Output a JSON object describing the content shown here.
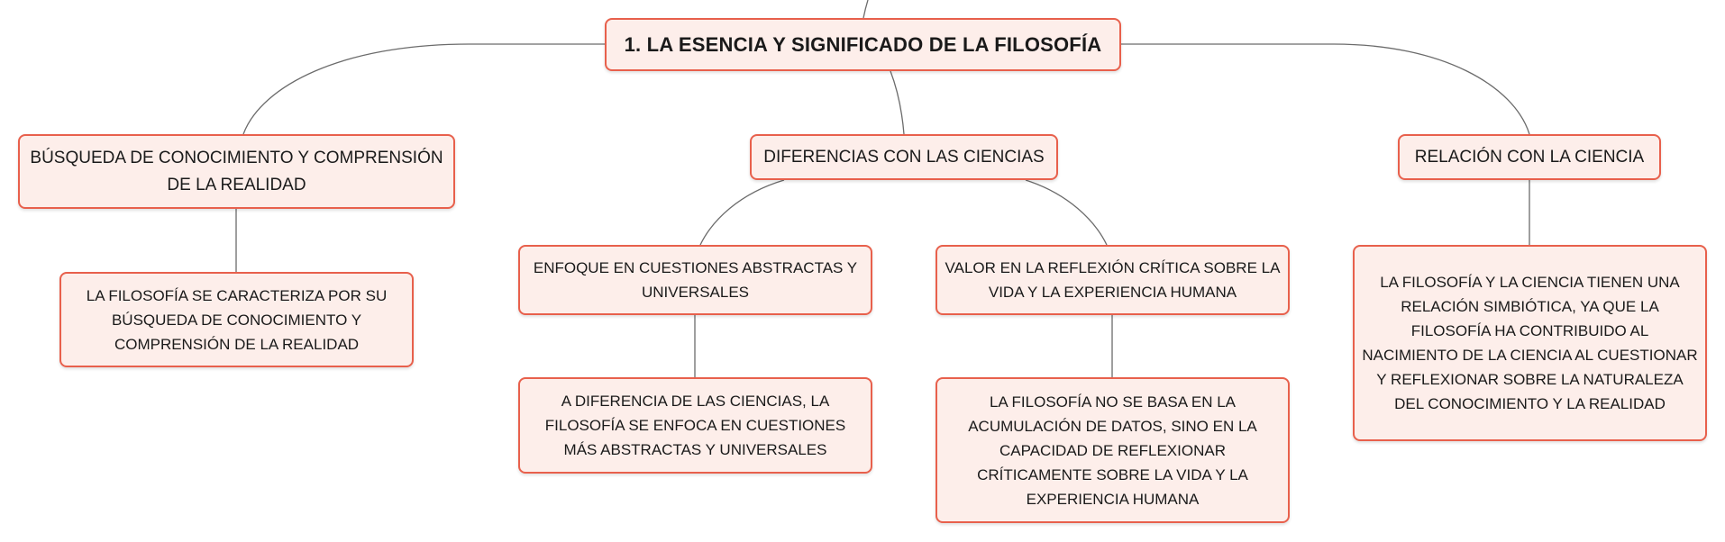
{
  "root": {
    "label": "1. LA ESENCIA Y SIGNIFICADO DE LA FILOSOFÍA"
  },
  "branches": [
    {
      "label": "BÚSQUEDA DE CONOCIMIENTO Y COMPRENSIÓN DE LA REALIDAD",
      "children": [
        {
          "label": "LA FILOSOFÍA SE CARACTERIZA POR SU BÚSQUEDA DE CONOCIMIENTO Y COMPRENSIÓN DE LA REALIDAD"
        }
      ]
    },
    {
      "label": "DIFERENCIAS CON LAS CIENCIAS",
      "children": [
        {
          "label": "ENFOQUE EN CUESTIONES ABSTRACTAS Y UNIVERSALES",
          "children": [
            {
              "label": "A DIFERENCIA DE LAS CIENCIAS, LA FILOSOFÍA SE ENFOCA EN CUESTIONES MÁS ABSTRACTAS Y UNIVERSALES"
            }
          ]
        },
        {
          "label": "VALOR EN LA REFLEXIÓN CRÍTICA SOBRE LA VIDA Y LA EXPERIENCIA HUMANA",
          "children": [
            {
              "label": "LA FILOSOFÍA NO SE BASA EN LA ACUMULACIÓN DE DATOS, SINO EN LA CAPACIDAD DE REFLEXIONAR CRÍTICAMENTE SOBRE LA VIDA Y LA EXPERIENCIA HUMANA"
            }
          ]
        }
      ]
    },
    {
      "label": "RELACIÓN CON LA CIENCIA",
      "children": [
        {
          "label": "LA FILOSOFÍA Y LA CIENCIA TIENEN UNA RELACIÓN SIMBIÓTICA, YA QUE LA FILOSOFÍA HA CONTRIBUIDO AL NACIMIENTO DE LA CIENCIA AL CUESTIONAR Y REFLEXIONAR SOBRE LA NATURALEZA DEL CONOCIMIENTO Y LA REALIDAD"
        }
      ]
    }
  ],
  "colors": {
    "node_border": "#e8604c",
    "node_fill": "#fdeeea",
    "connector": "#6b6b6b",
    "text": "#1a1a1a"
  }
}
